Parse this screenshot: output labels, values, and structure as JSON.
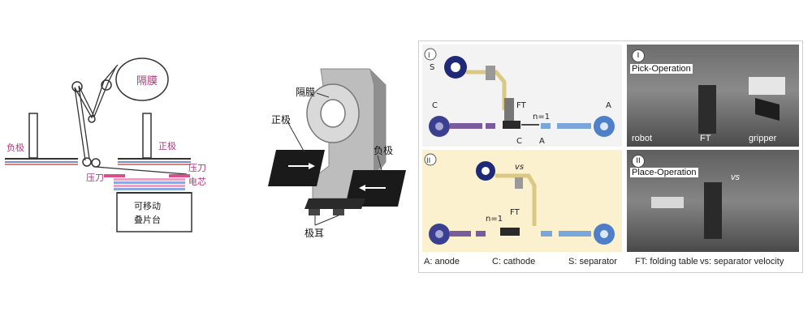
{
  "left_diagram": {
    "separator_label": "隔膜",
    "negative_label": "负极",
    "positive_label": "正极",
    "press_knife_left": "压刀",
    "press_knife_right": "压刀",
    "cell_label": "电芯",
    "table_label_line1": "可移动",
    "table_label_line2": "叠片台"
  },
  "middle_diagram": {
    "separator_label": "隔膜",
    "positive_label": "正极",
    "negative_label": "负极",
    "tab_label": "极耳"
  },
  "right_figure": {
    "panel_I": {
      "numeral": "I",
      "s_label": "S",
      "c_label": "C",
      "a_label": "A",
      "ft_label": "FT",
      "n_label": "n=1",
      "c_small": "C",
      "a_small": "A"
    },
    "panel_II": {
      "numeral": "II",
      "vs_label": "vs",
      "n_label": "n=1",
      "ft_label": "FT"
    },
    "photo_top": {
      "numeral": "I",
      "title": "Pick-Operation",
      "robot_label": "robot",
      "ft_label": "FT",
      "gripper_label": "gripper"
    },
    "photo_bottom": {
      "numeral": "II",
      "title": "Place-Operation",
      "vs_label": "vs"
    },
    "caption": {
      "anode": "A: anode",
      "cathode": "C: cathode",
      "separator": "S: separator",
      "folding_table": "FT: folding table",
      "velocity": "vs: separator velocity"
    },
    "colors": {
      "yellow_bg": "#fbf1cf",
      "cathode": "#7a5c9e",
      "anode": "#7aa6d9"
    }
  }
}
